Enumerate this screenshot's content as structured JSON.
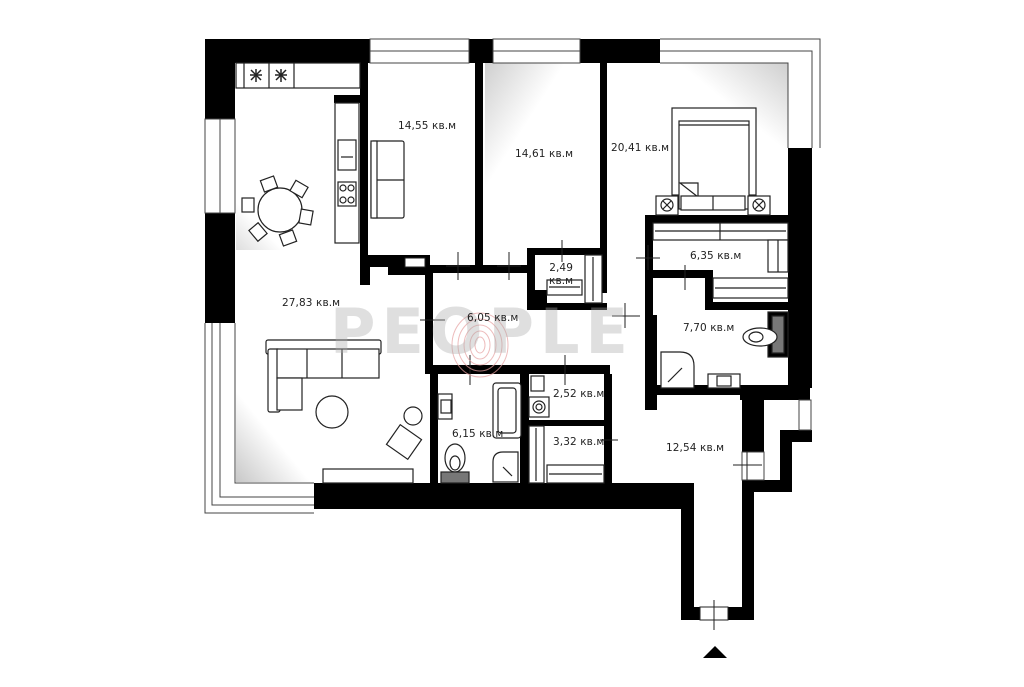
{
  "plan": {
    "type": "apartment-floor-plan",
    "units": "кв.м",
    "colors": {
      "wall": "#000000",
      "floor": "#ffffff",
      "line": "#222222",
      "label": "#222222",
      "watermark": "#aaaaaa",
      "fingerprint": "#e6a0a0",
      "toilet_tank": "#777777"
    },
    "watermark": {
      "text": "PEOPLE",
      "logo": "fingerprint-icon"
    },
    "rooms": [
      {
        "id": "kitchen-living",
        "label": "27,83 кв.м"
      },
      {
        "id": "bedroom-1",
        "label": "14,55 кв.м"
      },
      {
        "id": "bedroom-2",
        "label": "14,61 кв.м"
      },
      {
        "id": "master-bedroom",
        "label": "20,41 кв.м"
      },
      {
        "id": "wardrobe-master",
        "label": "6,35 кв.м"
      },
      {
        "id": "storage-small",
        "label_line1": "2,49",
        "label_line2": "кв.м"
      },
      {
        "id": "hallway",
        "label": "6,05 кв.м"
      },
      {
        "id": "master-bathroom",
        "label": "7,70 кв.м"
      },
      {
        "id": "laundry",
        "label": "2,52 кв.м"
      },
      {
        "id": "bathroom",
        "label": "6,15 кв.м"
      },
      {
        "id": "wardrobe",
        "label": "3,32 кв.м"
      },
      {
        "id": "entrance-hall",
        "label": "12,54 кв.м"
      }
    ],
    "entrance_marker": "entrance-arrow-icon"
  }
}
